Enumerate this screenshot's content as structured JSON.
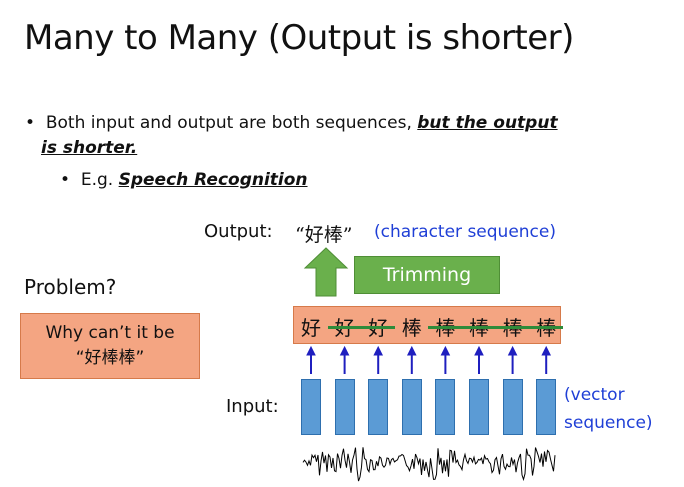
{
  "slide": {
    "title": "Many to Many (Output is shorter)",
    "bullet1_text": "Both input and output are both sequences, ",
    "bullet1_emph": "but the output",
    "bullet1_emph2": "is shorter.",
    "bullet2_prefix": "E.g. ",
    "bullet2_emph": "Speech Recognition",
    "output_label": "Output:",
    "output_value": "“好棒”",
    "output_note": "(character sequence)",
    "trimming_label": "Trimming",
    "characters": [
      "好",
      "好",
      "好",
      "棒",
      "棒",
      "棒",
      "棒",
      "棒"
    ],
    "problem_label": "Problem?",
    "why_line1": "Why can’t it be",
    "why_line2": "“好棒棒”",
    "input_label": "Input:",
    "vector_note_line1": "(vector",
    "vector_note_line2": "sequence)"
  },
  "colors": {
    "trim_green": "#6ab04c",
    "box_orange": "#f4a582",
    "vector_blue": "#5b9bd5",
    "arrow_blue": "#1f1fbf",
    "note_blue": "#1f3fd6"
  }
}
